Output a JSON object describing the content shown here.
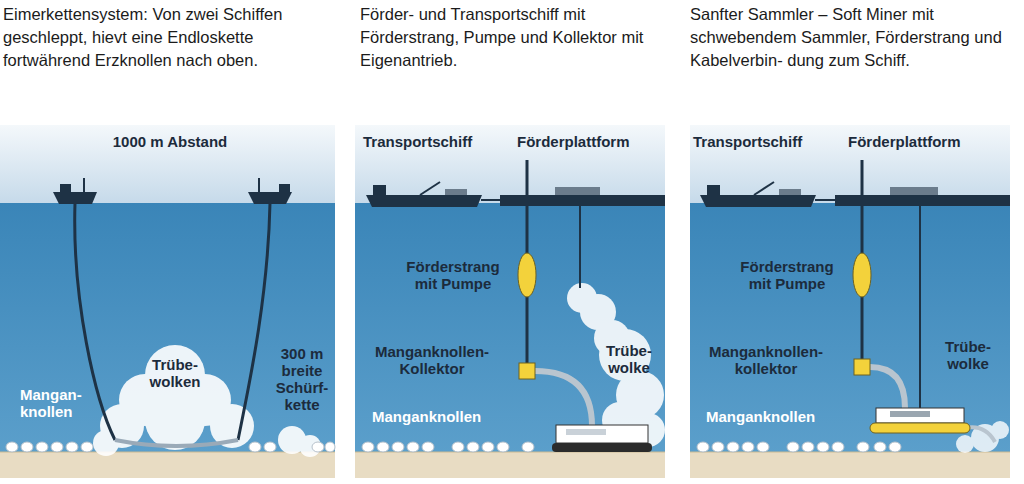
{
  "diagram": {
    "nodes": [
      {
        "text": [
          "Eimerkettensystem: Von zwei Schiffen geschleppt, hievt eine Endloskette fortwährend Erzknollen nach oben."
        ]
      },
      {
        "text": [
          "Förder- und Transportschiff mit Förderstrang, Pumpe und Kollektor mit Eigenantrieb."
        ]
      },
      {
        "text": [
          "Sanfter Sammler – Soft Miner mit schwebendem Sammler, Förderstrang und Kabelverbin- dung zum Schiff."
        ]
      }
    ],
    "labels": [
      "1000 m Abstand",
      "Trübe- wolken",
      "Mangan- knollen",
      "300 m breite Schürf- kette",
      "Transportschiff",
      "Förderplattform",
      "Förderstrang mit Pumpe",
      "Manganknollen- Kollektor",
      "Trübe- wolke",
      "Manganknollen",
      "Transportschiff",
      "Förderplattform",
      "Förderstrang mit Pumpe",
      "Manganknollen- kollektor",
      "Trübe- wolke",
      "Manganknollen"
    ]
  }
}
